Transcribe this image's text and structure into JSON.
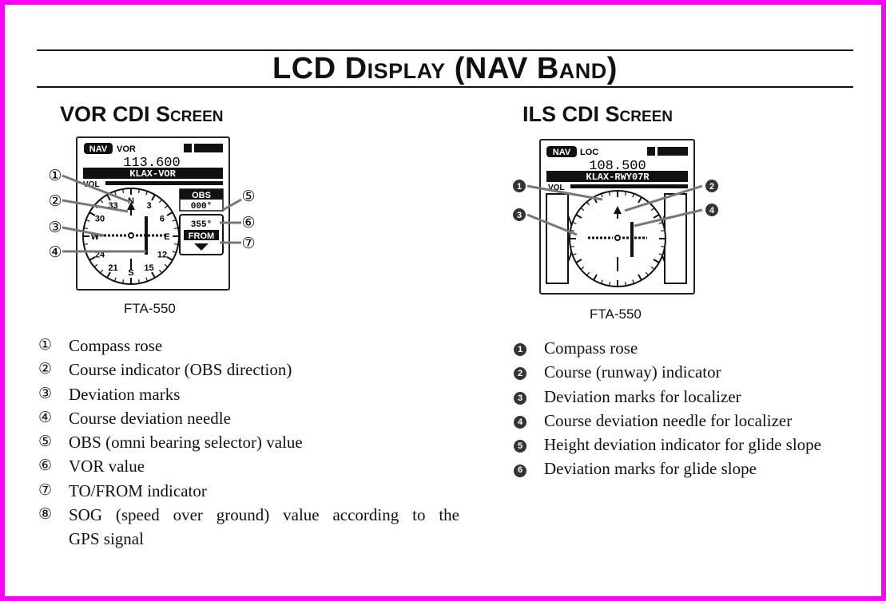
{
  "page_title": "LCD Display (NAV Band)",
  "vor": {
    "heading": "VOR CDI Screen",
    "caption": "FTA-550",
    "screen": {
      "band": "NAV",
      "mode": "VOR",
      "frequency": "113.600",
      "station": "KLAX-VOR",
      "vol": "VOL",
      "obs_label": "OBS",
      "obs_value": "000°",
      "vor_value": "355°",
      "to_from": "FROM",
      "compass": [
        "N",
        "3",
        "6",
        "E",
        "12",
        "15",
        "S",
        "21",
        "24",
        "W",
        "30",
        "33"
      ]
    },
    "callouts": [
      "①",
      "②",
      "③",
      "④",
      "⑤",
      "⑥",
      "⑦"
    ],
    "legend": [
      {
        "num": "①",
        "text": "Compass rose"
      },
      {
        "num": "②",
        "text": "Course indicator (OBS direction)"
      },
      {
        "num": "③",
        "text": "Deviation marks"
      },
      {
        "num": "④",
        "text": "Course deviation needle"
      },
      {
        "num": "⑤",
        "text": "OBS (omni bearing selector) value"
      },
      {
        "num": "⑥",
        "text": "VOR value"
      },
      {
        "num": "⑦",
        "text": "TO/FROM indicator"
      },
      {
        "num": "⑧",
        "text": "SOG (speed over ground) value according to the",
        "text2": "GPS signal"
      }
    ]
  },
  "ils": {
    "heading": "ILS CDI Screen",
    "caption": "FTA-550",
    "screen": {
      "band": "NAV",
      "mode": "LOC",
      "frequency": "108.500",
      "station": "KLAX-RWY07R",
      "vol": "VOL"
    },
    "callouts": [
      "1",
      "2",
      "3",
      "4"
    ],
    "legend": [
      {
        "num": "1",
        "text": "Compass rose"
      },
      {
        "num": "2",
        "text": "Course (runway) indicator"
      },
      {
        "num": "3",
        "text": "Deviation marks for localizer"
      },
      {
        "num": "4",
        "text": "Course deviation needle for localizer"
      },
      {
        "num": "5",
        "text": "Height deviation indicator for glide slope"
      },
      {
        "num": "6",
        "text": "Deviation marks for glide slope"
      }
    ]
  }
}
